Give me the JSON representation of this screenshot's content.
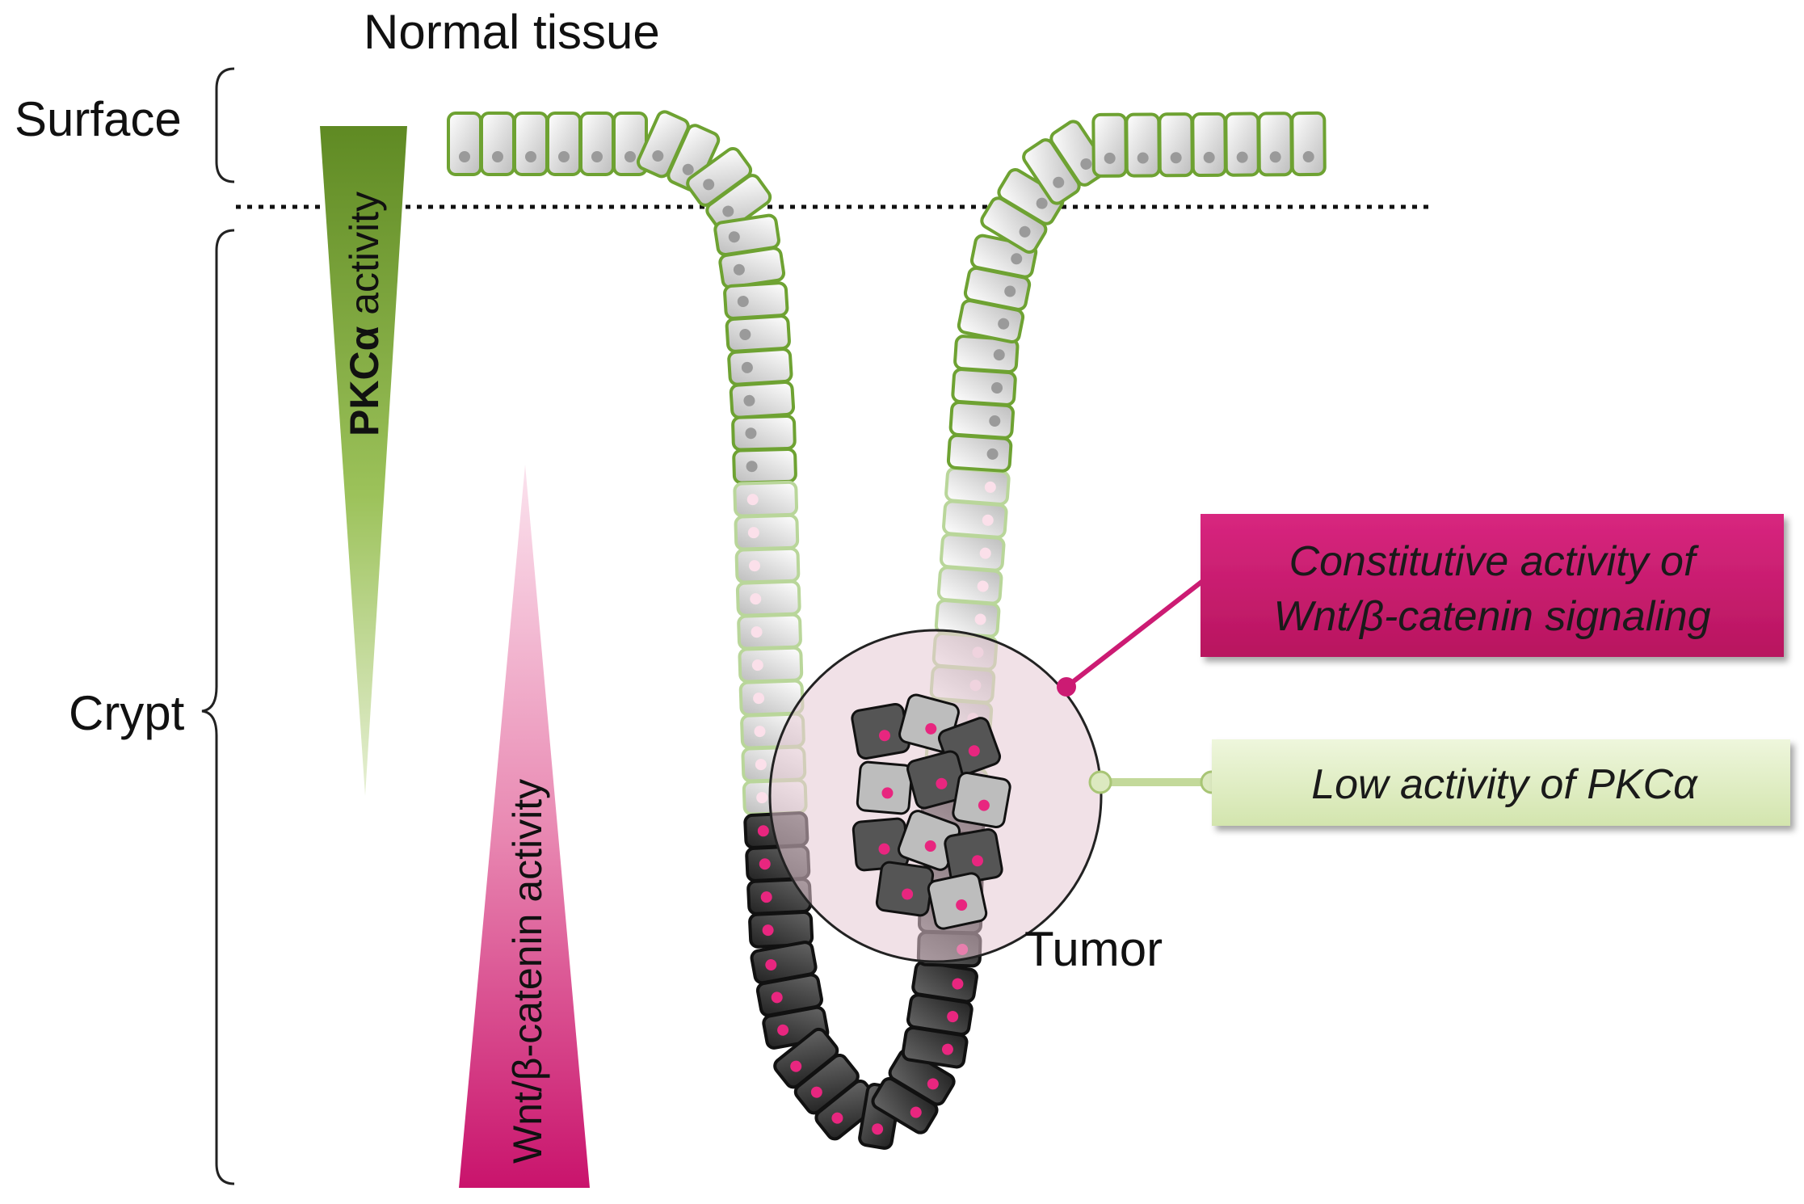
{
  "labels": {
    "normal_tissue": "Normal tissue",
    "surface": "Surface",
    "crypt": "Crypt",
    "tumor": "Tumor",
    "pkc_bold": "PKCα",
    "pkc_rest": " activity",
    "wnt": "Wnt/β-catenin activity"
  },
  "callouts": {
    "constitutive_line1": "Constitutive activity of",
    "constitutive_line2": "Wnt/β-catenin signaling",
    "low_pkc": "Low activity of  PKCα"
  },
  "colors": {
    "pkc_green": "#6f9a2a",
    "wnt_pink": "#d6197a",
    "callout_magenta": "#cc1b73",
    "callout_lightgreen": "#e2efc8",
    "cell_outline_green": "#6ea232",
    "cell_dark": "#3d3d3d",
    "nucleus_pink": "#e8267f"
  },
  "icons": {
    "surface_bracket": "curly-brace-icon",
    "crypt_bracket": "curly-brace-icon"
  }
}
